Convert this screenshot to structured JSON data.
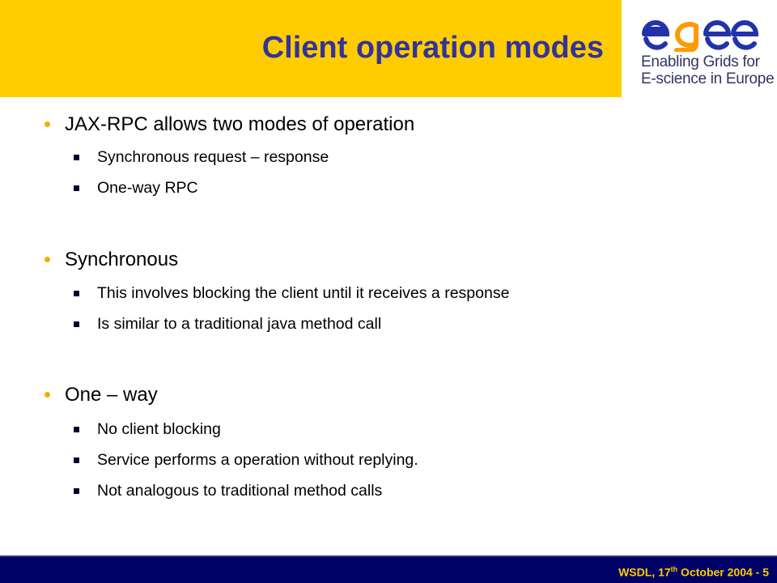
{
  "slide": {
    "title": "Client operation modes"
  },
  "logo": {
    "wordmark": "egee",
    "line1": "Enabling Grids for",
    "line2": "E-science in Europe",
    "colors": {
      "primary": "#2233aa",
      "accent": "#ff9900"
    }
  },
  "sections": [
    {
      "heading": "JAX-RPC allows two modes of operation",
      "items": [
        "Synchronous request – response",
        "One-way RPC"
      ]
    },
    {
      "heading": "Synchronous",
      "items": [
        "This involves blocking the client until it receives a response",
        "Is similar to a traditional java method call"
      ]
    },
    {
      "heading": "One – way",
      "items": [
        "No client blocking",
        "Service performs a operation without replying.",
        "Not analogous to traditional method calls"
      ]
    }
  ],
  "footer": {
    "prefix": "WSDL, 17",
    "superscript": "th",
    "suffix": " October 2004  - 5"
  },
  "colors": {
    "header_bg": "#ffcc00",
    "title": "#333399",
    "footer_bg": "#000066",
    "footer_text": "#ffcc00",
    "bullet": "#f0b000"
  }
}
